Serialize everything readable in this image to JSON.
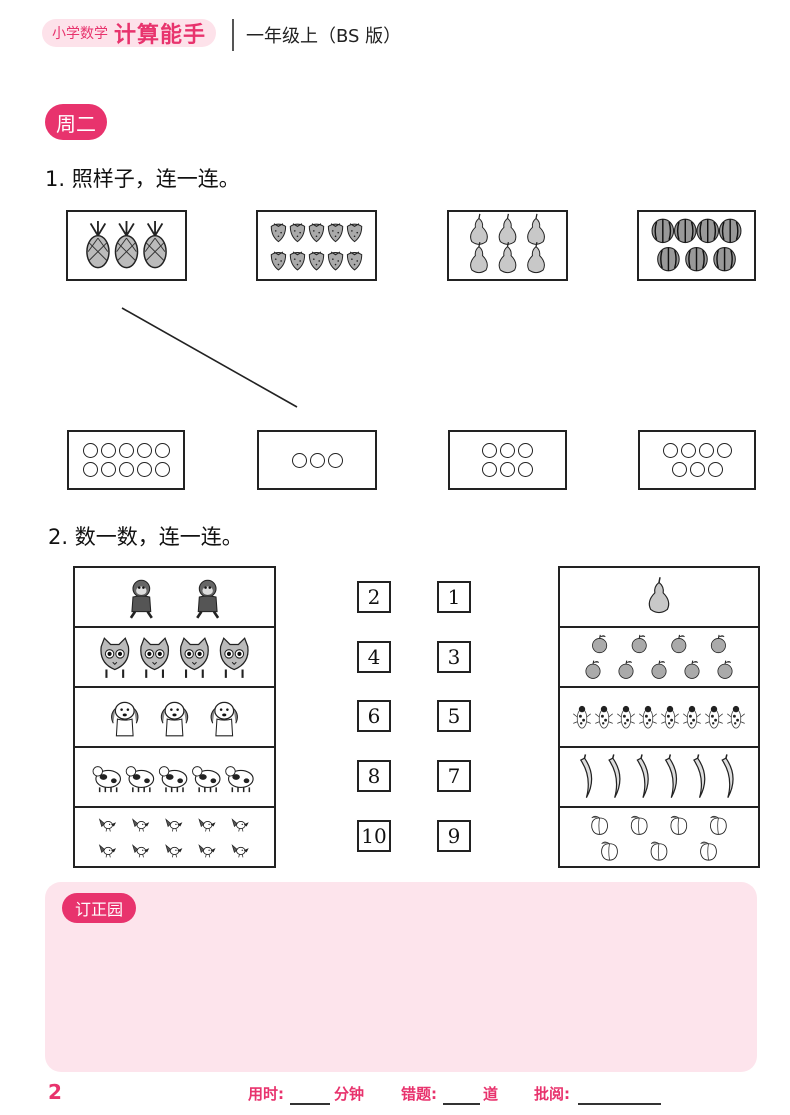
{
  "header": {
    "brand_small": "小学数学",
    "brand_big": "计算能手",
    "grade": "一年级上（BS 版）"
  },
  "day_label": "周二",
  "q1": {
    "title": "1. 照样子，连一连。",
    "fruit_boxes": [
      {
        "icon": "pineapple-icon",
        "count": 3
      },
      {
        "icon": "strawberry-icon",
        "count": 10
      },
      {
        "icon": "pear-icon",
        "count": 6
      },
      {
        "icon": "watermelon-icon",
        "count": 7
      }
    ],
    "circle_boxes": [
      {
        "count": 10
      },
      {
        "count": 3
      },
      {
        "count": 6
      },
      {
        "count": 7
      }
    ],
    "sample_link": {
      "from_fruit_box": 1,
      "to_circle_box": 2
    }
  },
  "q2": {
    "title": "2. 数一数，连一连。",
    "left_rows": [
      {
        "icon": "monkey-icon",
        "count": 2
      },
      {
        "icon": "cat-icon",
        "count": 4
      },
      {
        "icon": "puppy-icon",
        "count": 3
      },
      {
        "icon": "cow-icon",
        "count": 5
      },
      {
        "icon": "bird-icon",
        "count": 10
      }
    ],
    "numbers_left": [
      "2",
      "4",
      "6",
      "8",
      "10"
    ],
    "numbers_right": [
      "1",
      "3",
      "5",
      "7",
      "9"
    ],
    "right_rows": [
      {
        "icon": "pear-icon",
        "count": 1
      },
      {
        "icon": "apple-icon",
        "count": 9
      },
      {
        "icon": "ladybug-icon",
        "count": 8
      },
      {
        "icon": "banana-icon",
        "count": 6
      },
      {
        "icon": "peach-icon",
        "count": 7
      }
    ]
  },
  "correction_label": "订正园",
  "footer": {
    "page_number": "2",
    "time_label": "用时:",
    "time_unit": "分钟",
    "errors_label": "错题:",
    "errors_unit": "道",
    "review_label": "批阅:"
  },
  "colors": {
    "accent": "#e8336d",
    "pink_bg": "#fde4ec"
  }
}
